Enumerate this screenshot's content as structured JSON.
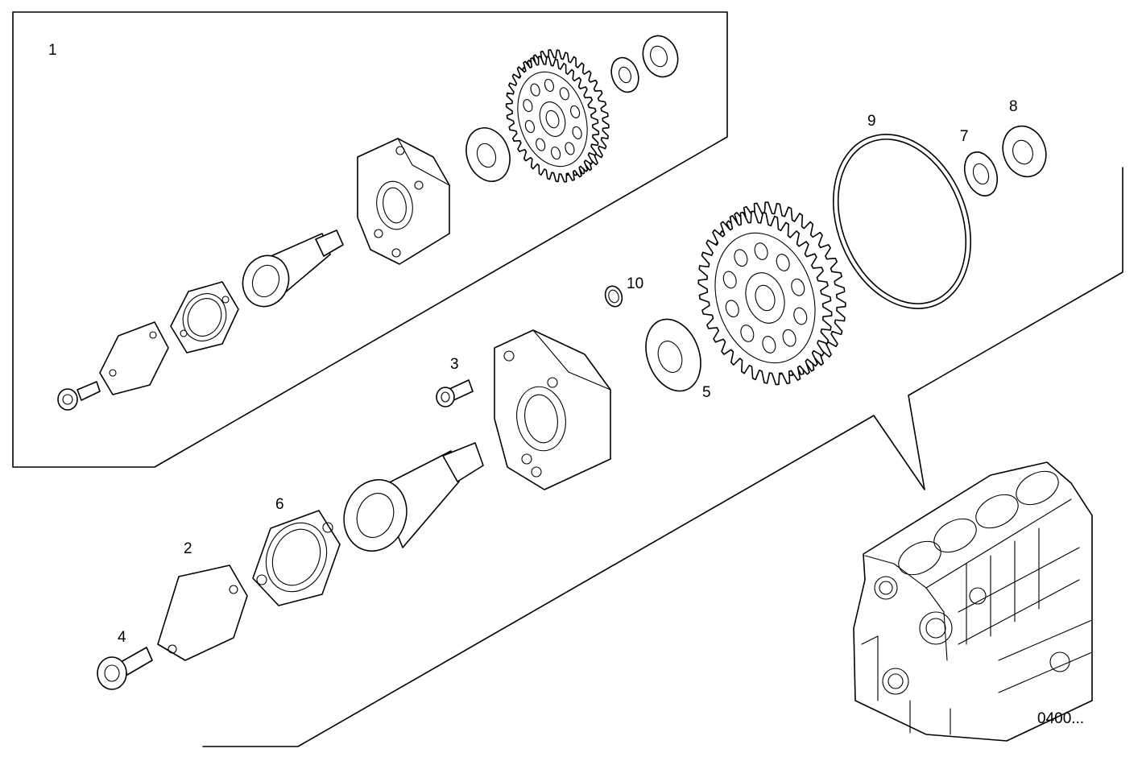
{
  "callouts": {
    "c1": "1",
    "c2": "2",
    "c3": "3",
    "c4": "4",
    "c5": "5",
    "c6": "6",
    "c7": "7",
    "c8": "8",
    "c9": "9",
    "c10": "10"
  },
  "figure_code": "0400..."
}
